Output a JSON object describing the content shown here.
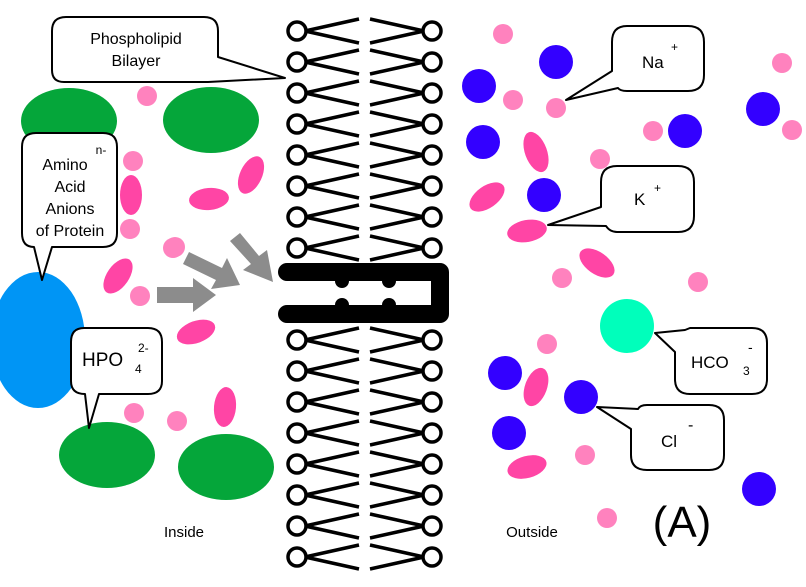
{
  "figure": {
    "panel_label": "(A)",
    "region_labels": {
      "inside": "Inside",
      "outside": "Outside"
    }
  },
  "colors": {
    "protein_green": "#05A63A",
    "protein_blue": "#0095F5",
    "sodium_pink": "#FF82BE",
    "potassium_magenta": "#FF45A5",
    "chloride_blue": "#3300FF",
    "bicarbonate_teal": "#00FFBB",
    "arrow_gray": "#8C8C8C",
    "membrane_black": "#000000"
  },
  "callouts": {
    "bilayer": {
      "line1": "Phospholipid",
      "line2": "Bilayer"
    },
    "amino": {
      "line1": "Amino",
      "sup": "n-",
      "line2": "Acid",
      "line3": "Anions",
      "line4": "of Protein"
    },
    "hpo4": {
      "base": "HPO",
      "sub": "4",
      "sup": "2-"
    },
    "na": {
      "base": "Na",
      "sup": "+"
    },
    "k": {
      "base": "K",
      "sup": "+"
    },
    "hco3": {
      "base": "HCO",
      "sub": "3",
      "sup": "-"
    },
    "cl": {
      "base": "Cl",
      "sup": "-"
    }
  },
  "membrane": {
    "upper_phospholipid_rows": 8,
    "lower_phospholipid_rows": 8,
    "channel": "ion channel"
  }
}
